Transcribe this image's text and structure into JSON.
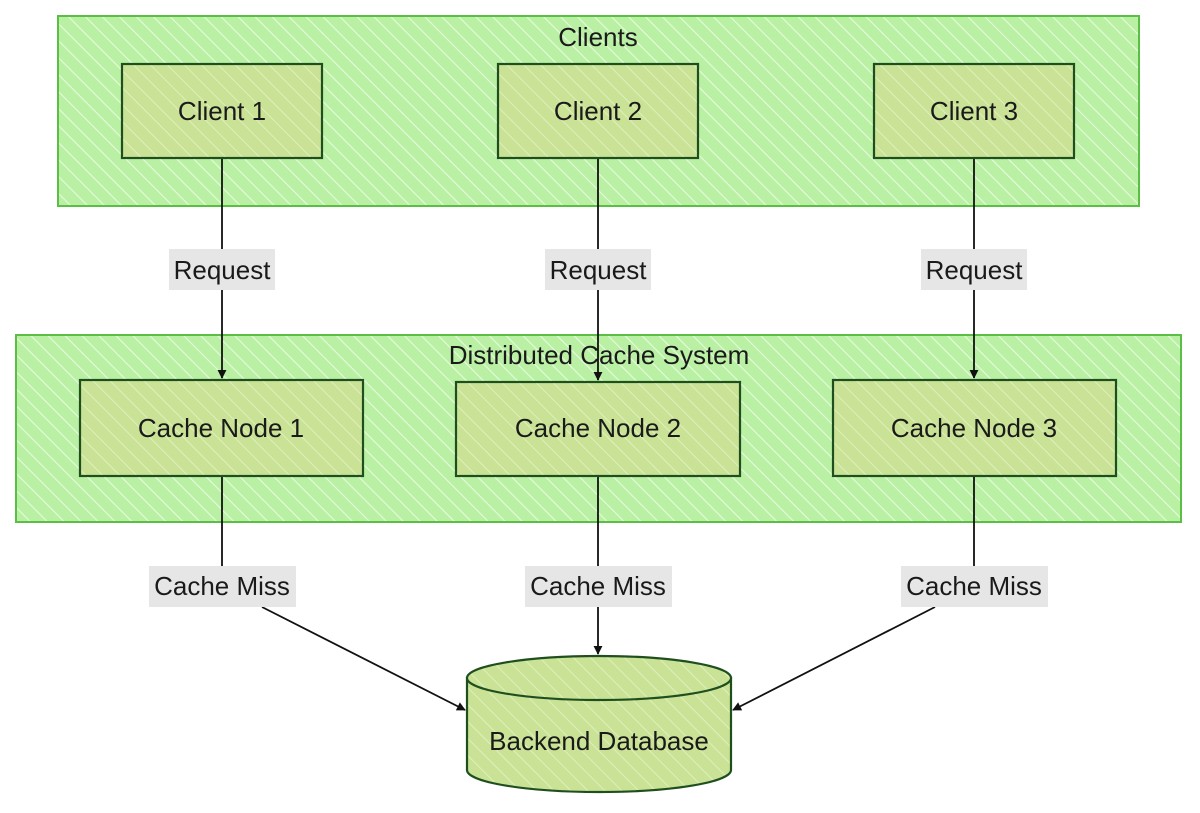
{
  "colors": {
    "group_fill": "#b9f0a4",
    "group_hatch": "#e6fbdc",
    "group_stroke": "#5cbf45",
    "node_fill": "#c9e295",
    "node_hatch": "#dff0bb",
    "node_stroke": "#1f4f1f",
    "edge": "#111111",
    "label_bg": "#e6e6e6"
  },
  "groups": {
    "clients": {
      "title": "Clients"
    },
    "cache": {
      "title": "Distributed Cache System"
    }
  },
  "clients": [
    {
      "label": "Client 1"
    },
    {
      "label": "Client 2"
    },
    {
      "label": "Client 3"
    }
  ],
  "cache_nodes": [
    {
      "label": "Cache Node 1"
    },
    {
      "label": "Cache Node 2"
    },
    {
      "label": "Cache Node 3"
    }
  ],
  "database": {
    "label": "Backend Database"
  },
  "edges": {
    "request_label": "Request",
    "miss_label": "Cache Miss"
  }
}
